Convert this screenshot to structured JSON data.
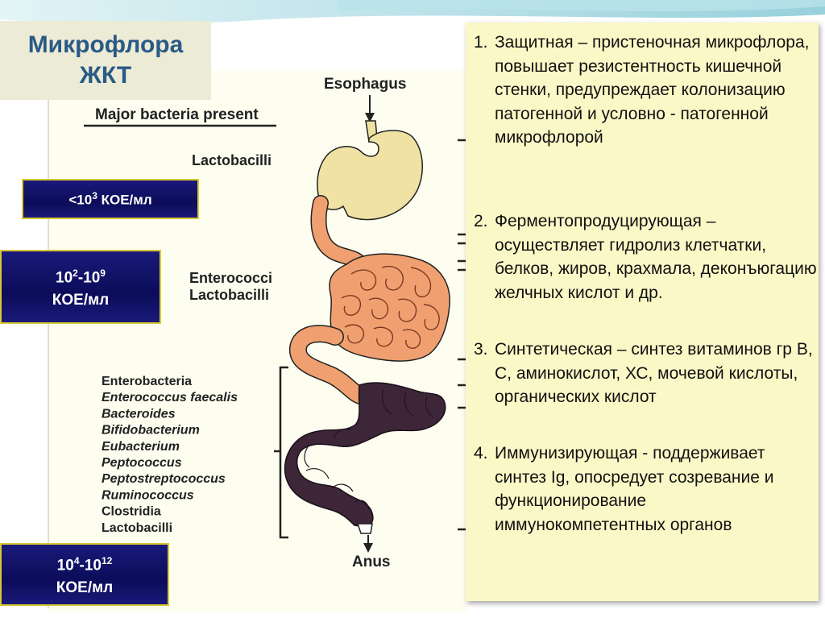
{
  "title": "Микрофлора\nЖКТ",
  "concentrations": {
    "upper": {
      "main": "<10",
      "sup": "3",
      "rest": " КОЕ/мл"
    },
    "middle": {
      "line1_a": "10",
      "line1_sup_a": "2",
      "line1_b": "-10",
      "line1_sup_b": "9",
      "line2": "КОЕ/мл"
    },
    "lower": {
      "line1_a": "10",
      "line1_sup_a": "4",
      "line1_b": "-10",
      "line1_sup_b": "12",
      "line2": "КОЕ/мл"
    }
  },
  "diagram": {
    "header": "Major bacteria present",
    "esophagus_label": "Esophagus",
    "anus_label": "Anus",
    "stomach_bacteria": "Lactobacilli",
    "small_intestine_bacteria": [
      "Enterococci",
      "Lactobacilli"
    ],
    "colon_bacteria": [
      {
        "name": "Enterobacteria",
        "italic": false
      },
      {
        "name": "Enterococcus faecalis",
        "italic": true
      },
      {
        "name": "Bacteroides",
        "italic": true
      },
      {
        "name": "Bifidobacterium",
        "italic": true
      },
      {
        "name": "Eubacterium",
        "italic": true
      },
      {
        "name": "Peptococcus",
        "italic": true
      },
      {
        "name": "Peptostreptococcus",
        "italic": true
      },
      {
        "name": "Ruminococcus",
        "italic": true
      },
      {
        "name": "Clostridia",
        "italic": false
      },
      {
        "name": "Lactobacilli",
        "italic": false
      }
    ],
    "colors": {
      "stomach": "#f0e2a2",
      "small_intestine": "#f0a070",
      "colon": "#3c2638",
      "outline": "#222222"
    }
  },
  "functions": [
    {
      "num": "1.",
      "text": "Защитная – пристеночная микрофлора, повышает резистентность кишечной стенки, предупреждает колонизацию патогенной и условно - патогенной микрофлорой"
    },
    {
      "num": "2.",
      "text": "Ферментопродуцирующая – осуществляет гидролиз клетчатки, белков, жиров, крахмала, деконъюгацию желчных кислот и др."
    },
    {
      "num": "3.",
      "text": "Синтетическая – синтез витаминов гр В, С, аминокислот, ХС, мочевой кислоты, органических кислот"
    },
    {
      "num": "4.",
      "text": "Иммунизирующая - поддерживает синтез Ig, опосредует созревание и функционирование иммунокомпетентных органов"
    }
  ]
}
